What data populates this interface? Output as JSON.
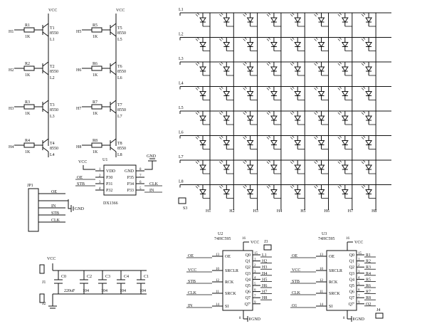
{
  "transistors": {
    "left": [
      {
        "res_ref": "R1",
        "res_val": "1K",
        "net": "H1",
        "ref": "T1",
        "part": "8550",
        "load": "L1"
      },
      {
        "res_ref": "R2",
        "res_val": "1K",
        "net": "H2",
        "ref": "T2",
        "part": "8550",
        "load": "L2"
      },
      {
        "res_ref": "R3",
        "res_val": "1K",
        "net": "H3",
        "ref": "T3",
        "part": "8550",
        "load": "L3"
      },
      {
        "res_ref": "R4",
        "res_val": "1K",
        "net": "H4",
        "ref": "T4",
        "part": "8550",
        "load": "L4"
      }
    ],
    "right": [
      {
        "res_ref": "R5",
        "res_val": "1K",
        "net": "H5",
        "ref": "T5",
        "part": "8550",
        "load": "L5"
      },
      {
        "res_ref": "R6",
        "res_val": "1K",
        "net": "H6",
        "ref": "T6",
        "part": "8550",
        "load": "L6"
      },
      {
        "res_ref": "R7",
        "res_val": "1K",
        "net": "H7",
        "ref": "T7",
        "part": "8550",
        "load": "L7"
      },
      {
        "res_ref": "R8",
        "res_val": "1K",
        "net": "H8",
        "ref": "T8",
        "part": "8550",
        "load": "L8"
      }
    ]
  },
  "power": {
    "vcc": "VCC",
    "gnd": "GND"
  },
  "u1": {
    "ref": "U1",
    "part": "DX1366",
    "left_pins": [
      {
        "num": "1",
        "name": "VDD",
        "net": "VCC"
      },
      {
        "num": "2",
        "name": "P30",
        "net": "OE"
      },
      {
        "num": "3",
        "name": "P31",
        "net": "STB"
      },
      {
        "num": "4",
        "name": "P32",
        "net": ""
      }
    ],
    "right_pins": [
      {
        "num": "8",
        "name": "GND",
        "net": "GND"
      },
      {
        "num": "7",
        "name": "P35",
        "net": ""
      },
      {
        "num": "6",
        "name": "P34",
        "net": "CLK"
      },
      {
        "num": "5",
        "name": "P33",
        "net": "IN"
      }
    ]
  },
  "jp1": {
    "ref": "JP1",
    "nets": [
      "OE",
      "",
      "IN",
      "STB",
      "CLK"
    ],
    "gnd": "GND"
  },
  "matrix": {
    "rows": [
      "L1",
      "L2",
      "L3",
      "L4",
      "L5",
      "L6",
      "L7",
      "L8"
    ],
    "cols": [
      "H1",
      "H2",
      "H3",
      "H4",
      "H5",
      "H6",
      "H7",
      "H8"
    ],
    "s3": "S3"
  },
  "caps": [
    {
      "ref": "C0",
      "val": "220uF"
    },
    {
      "ref": "C2",
      "val": "104"
    },
    {
      "ref": "C3",
      "val": "104"
    },
    {
      "ref": "C4",
      "val": "104"
    },
    {
      "ref": "C1",
      "val": "104"
    }
  ],
  "caps_conn": {
    "j1": "J1",
    "j2": "J2",
    "vcc": "VCC"
  },
  "u2": {
    "ref": "U2",
    "part": "74HC595",
    "left_pins": [
      {
        "num": "13",
        "name": "OE",
        "net": "OE"
      },
      {
        "num": "10",
        "name": "SRCLR",
        "net": "VCC"
      },
      {
        "num": "12",
        "name": "RCK",
        "net": "STB"
      },
      {
        "num": "11",
        "name": "SRCK",
        "net": "CLK"
      },
      {
        "num": "14",
        "name": "SI",
        "net": "IN"
      }
    ],
    "right_pins": [
      {
        "num": "15",
        "name": "Q0",
        "net": "L1"
      },
      {
        "num": "1",
        "name": "Q1",
        "net": "H2"
      },
      {
        "num": "2",
        "name": "Q2",
        "net": "H3"
      },
      {
        "num": "3",
        "name": "Q3",
        "net": "H4"
      },
      {
        "num": "4",
        "name": "Q4",
        "net": "H5"
      },
      {
        "num": "5",
        "name": "Q5",
        "net": "H6"
      },
      {
        "num": "6",
        "name": "Q6",
        "net": "H7"
      },
      {
        "num": "7",
        "name": "Q7",
        "net": "H8"
      },
      {
        "num": "9",
        "name": "Q7'",
        "net": ""
      }
    ],
    "vcc_pin": "16",
    "gnd_pin": "8",
    "j3": "J3"
  },
  "u3": {
    "ref": "U3",
    "part": "74HC595",
    "left_pins": [
      {
        "num": "13",
        "name": "OE",
        "net": "OE"
      },
      {
        "num": "10",
        "name": "SRCLR",
        "net": "VCC"
      },
      {
        "num": "12",
        "name": "RCK",
        "net": "STB"
      },
      {
        "num": "11",
        "name": "SRCK",
        "net": "CLK"
      },
      {
        "num": "14",
        "name": "SI",
        "net": "O1"
      }
    ],
    "right_pins": [
      {
        "num": "15",
        "name": "Q0",
        "net": "R1"
      },
      {
        "num": "1",
        "name": "Q1",
        "net": "R2"
      },
      {
        "num": "2",
        "name": "Q2",
        "net": "R3"
      },
      {
        "num": "3",
        "name": "Q3",
        "net": "R4"
      },
      {
        "num": "4",
        "name": "Q4",
        "net": "R5"
      },
      {
        "num": "5",
        "name": "Q5",
        "net": "R6"
      },
      {
        "num": "6",
        "name": "Q6",
        "net": "R7"
      },
      {
        "num": "7",
        "name": "Q7",
        "net": "R8"
      },
      {
        "num": "9",
        "name": "Q7'",
        "net": "O2"
      }
    ],
    "vcc_pin": "16",
    "gnd_pin": "8",
    "j4": "J4"
  }
}
